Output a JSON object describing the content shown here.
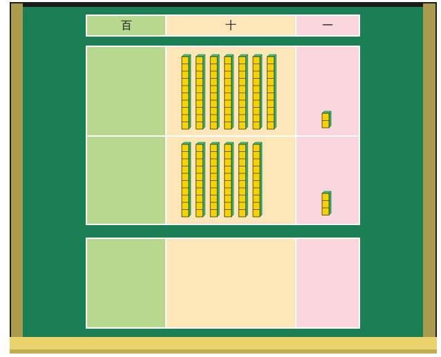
{
  "diagram": {
    "nodes": [
      {
        "text": [
          "百"
        ]
      },
      {
        "text": [
          "十"
        ]
      },
      {
        "text": [
          "一"
        ]
      }
    ]
  }
}
